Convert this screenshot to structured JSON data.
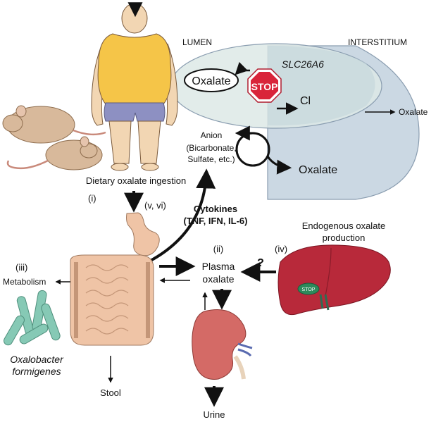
{
  "labels": {
    "lumen": "LUMEN",
    "interstitium": "INTERSTITIUM",
    "transporter": "SLC26A6",
    "oxalate_lumen": "Oxalate",
    "stop_sign": "STOP",
    "chloride": "Cl",
    "oxalate_interstitium": "Oxalate",
    "anion": "Anion",
    "anion_detail_1": "(Bicarbonate,",
    "anion_detail_2": "Sulfate, etc.)",
    "oxalate_exchange": "Oxalate",
    "dietary": "Dietary oxalate ingestion",
    "step_i": "(i)",
    "step_v_vi": "(v, vi)",
    "cytokines": "Cytokines",
    "cytokines_detail": "(TNF, IFN, IL-6)",
    "endogenous_1": "Endogenous oxalate",
    "endogenous_2": "production",
    "step_iv": "(iv)",
    "step_ii": "(ii)",
    "plasma_1": "Plasma",
    "plasma_2": "oxalate",
    "question": "?",
    "step_iii": "(iii)",
    "metabolism": "Metabolism",
    "bacteria_1": "Oxalobacter",
    "bacteria_2": "formigenes",
    "stool": "Stool",
    "urine": "Urine",
    "liver_stop": "STOP"
  },
  "colors": {
    "lumen_fill": "#dde9e6",
    "interstitium_fill": "#cbd8e3",
    "stop_red": "#d9243a",
    "liver": "#b8293a",
    "kidney": "#d46a66",
    "gut": "#efc4a6",
    "bacteria": "#86c9b5",
    "rodent": "#d8b99b",
    "shirt": "#f5c548",
    "shorts": "#8d90c2",
    "skin": "#f2d6b3"
  },
  "icons": [
    "person-figure",
    "rodent-figure",
    "stomach-figure",
    "intestine-figure",
    "bacteria-figure",
    "kidney-figure",
    "liver-figure",
    "stop-sign-icon"
  ]
}
